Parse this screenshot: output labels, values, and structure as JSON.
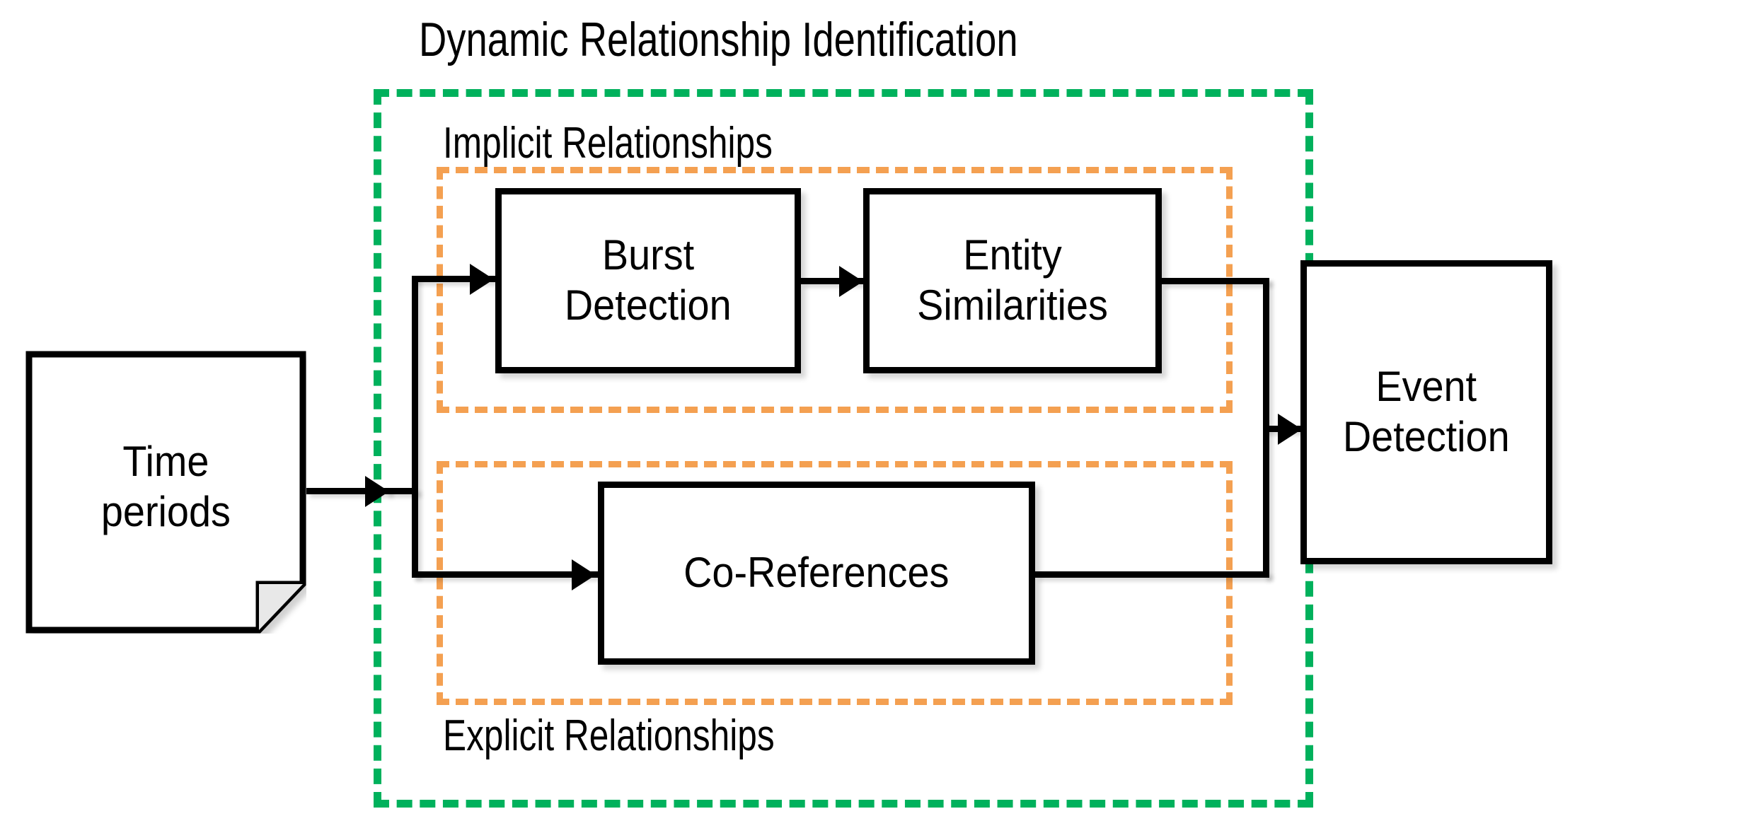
{
  "diagram": {
    "title": "Dynamic Relationship Identification",
    "groups": {
      "implicit": "Implicit Relationships",
      "explicit": "Explicit Relationships"
    },
    "nodes": {
      "time_periods": {
        "line1": "Time",
        "line2": "periods"
      },
      "burst_detection": {
        "line1": "Burst",
        "line2": "Detection"
      },
      "entity_similarities": {
        "line1": "Entity",
        "line2": "Similarities"
      },
      "co_references": {
        "line1": "Co-References",
        "line2": ""
      },
      "event_detection": {
        "line1": "Event",
        "line2": "Detection"
      }
    },
    "colors": {
      "outer_boundary_green": "#00B15C",
      "group_boundary_orange": "#F4A051",
      "node_stroke_black": "#000000",
      "canvas_white": "#FFFFFF"
    }
  }
}
